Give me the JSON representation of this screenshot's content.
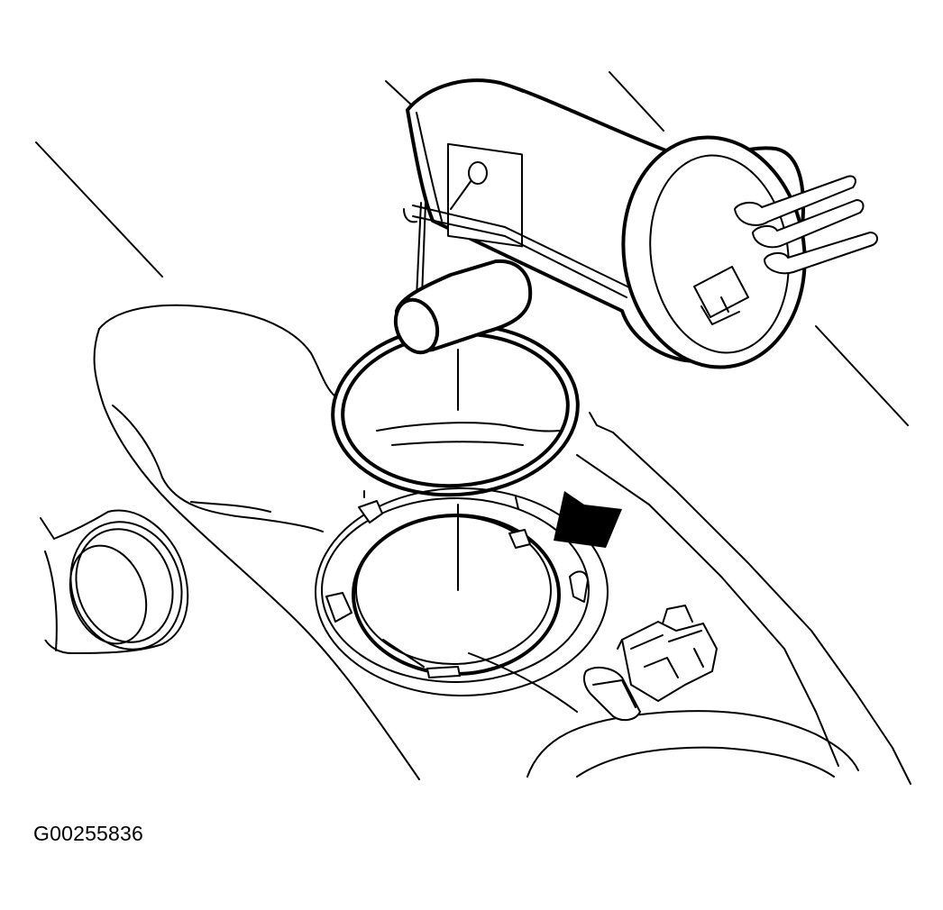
{
  "figure": {
    "code": "G00255836"
  },
  "colors": {
    "line": "#000000",
    "background": "#ffffff"
  },
  "parts": [
    "fuel-pump-sender-assembly",
    "float-arm",
    "float",
    "o-ring-seal",
    "fuel-tank-opening",
    "lock-ring",
    "electrical-connector",
    "fuel-filler-neck",
    "direction-arrow"
  ]
}
